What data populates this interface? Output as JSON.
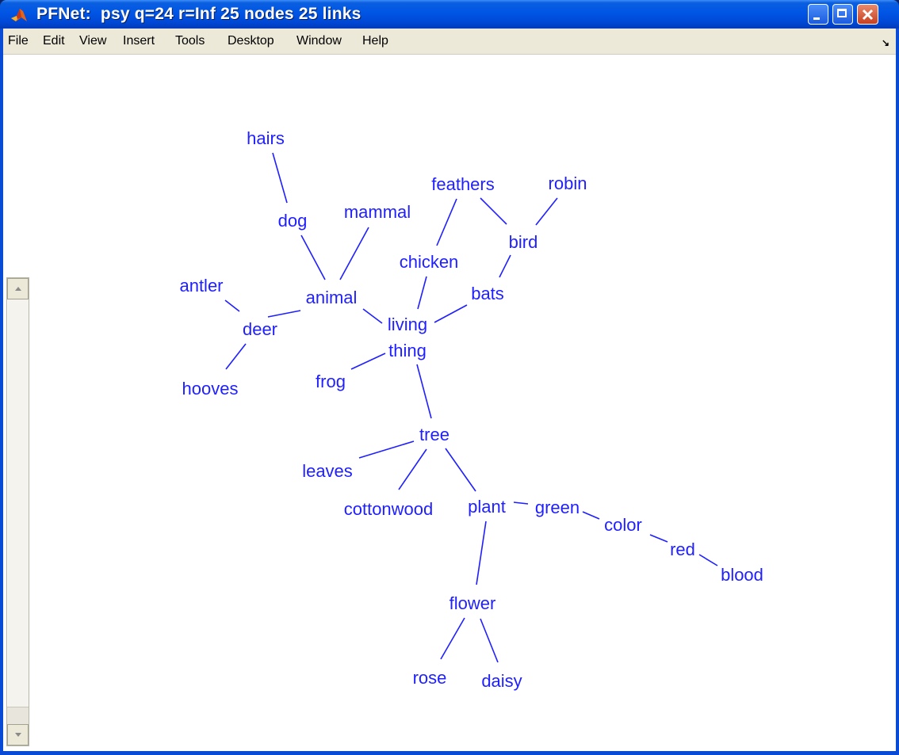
{
  "window": {
    "title": "PFNet:  psy q=24 r=Inf 25 nodes 25 links",
    "controls": [
      "minimize",
      "maximize",
      "close"
    ]
  },
  "menu": [
    "File",
    "Edit",
    "View",
    "Insert",
    "Tools",
    "Desktop",
    "Window",
    "Help"
  ],
  "graph": {
    "node_color": "#1f1fff",
    "edge_color": "#1f1fff",
    "nodes": [
      {
        "id": "hairs",
        "label": "hairs"
      },
      {
        "id": "dog",
        "label": "dog"
      },
      {
        "id": "mammal",
        "label": "mammal"
      },
      {
        "id": "feathers",
        "label": "feathers"
      },
      {
        "id": "robin",
        "label": "robin"
      },
      {
        "id": "bird",
        "label": "bird"
      },
      {
        "id": "chicken",
        "label": "chicken"
      },
      {
        "id": "antler",
        "label": "antler"
      },
      {
        "id": "animal",
        "label": "animal"
      },
      {
        "id": "bats",
        "label": "bats"
      },
      {
        "id": "deer",
        "label": "deer"
      },
      {
        "id": "living",
        "label": "living"
      },
      {
        "id": "thing",
        "label": "thing"
      },
      {
        "id": "frog",
        "label": "frog"
      },
      {
        "id": "hooves",
        "label": "hooves"
      },
      {
        "id": "tree",
        "label": "tree"
      },
      {
        "id": "leaves",
        "label": "leaves"
      },
      {
        "id": "cottonwood",
        "label": "cottonwood"
      },
      {
        "id": "plant",
        "label": "plant"
      },
      {
        "id": "green",
        "label": "green"
      },
      {
        "id": "color",
        "label": "color"
      },
      {
        "id": "red",
        "label": "red"
      },
      {
        "id": "blood",
        "label": "blood"
      },
      {
        "id": "flower",
        "label": "flower"
      },
      {
        "id": "rose",
        "label": "rose"
      },
      {
        "id": "daisy",
        "label": "daisy"
      }
    ],
    "links": [
      [
        "hairs",
        "dog"
      ],
      [
        "dog",
        "animal"
      ],
      [
        "mammal",
        "animal"
      ],
      [
        "antler",
        "deer"
      ],
      [
        "deer",
        "animal"
      ],
      [
        "deer",
        "hooves"
      ],
      [
        "animal",
        "living"
      ],
      [
        "feathers",
        "chicken"
      ],
      [
        "feathers",
        "bird"
      ],
      [
        "robin",
        "bird"
      ],
      [
        "bird",
        "bats"
      ],
      [
        "chicken",
        "living"
      ],
      [
        "bats",
        "living"
      ],
      [
        "thing",
        "frog"
      ],
      [
        "thing",
        "tree"
      ],
      [
        "tree",
        "leaves"
      ],
      [
        "tree",
        "cottonwood"
      ],
      [
        "tree",
        "plant"
      ],
      [
        "plant",
        "green"
      ],
      [
        "green",
        "color"
      ],
      [
        "color",
        "red"
      ],
      [
        "red",
        "blood"
      ],
      [
        "plant",
        "flower"
      ],
      [
        "flower",
        "rose"
      ],
      [
        "flower",
        "daisy"
      ]
    ]
  }
}
